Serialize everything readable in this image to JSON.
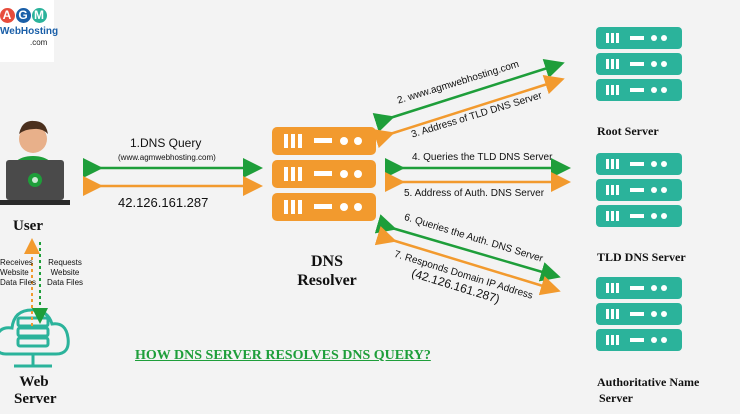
{
  "logo": {
    "letters": [
      "A",
      "G",
      "M"
    ],
    "brand": "WebHosting",
    "tld": ".com"
  },
  "title": "HOW DNS SERVER RESOLVES DNS QUERY?",
  "nodes": {
    "user": "User",
    "web_server": [
      "Web",
      "Server"
    ],
    "dns_resolver": [
      "DNS",
      "Resolver"
    ],
    "root_server": "Root Server",
    "tld_server": "TLD DNS Server",
    "auth_server": [
      "Authoritative Name",
      "Server"
    ]
  },
  "steps": {
    "step1_title": "1.DNS Query",
    "step1_domain": "(www.agmwebhosting.com)",
    "response_ip": "42.126.161.287",
    "step2": "2. www.agmwebhosting.com",
    "step3": "3. Address of TLD DNS Server",
    "step4": "4. Queries the TLD DNS Server",
    "step5": "5. Address of Auth. DNS Server",
    "step6": "6. Queries the Auth. DNS Server",
    "step7": "7. Responds Domain IP Address",
    "step7_ip": "(42.126.161.287)"
  },
  "web_flow": {
    "receives": [
      "Receives",
      "Website",
      "Data Files"
    ],
    "requests": [
      "Requests",
      "Website",
      "Data Files"
    ]
  },
  "colors": {
    "server_teal": "#2bb39b",
    "resolver_orange": "#f29a2e",
    "arrow_green": "#1e9e3a",
    "arrow_orange": "#f29a2e",
    "title_green": "#1e9e3a"
  }
}
